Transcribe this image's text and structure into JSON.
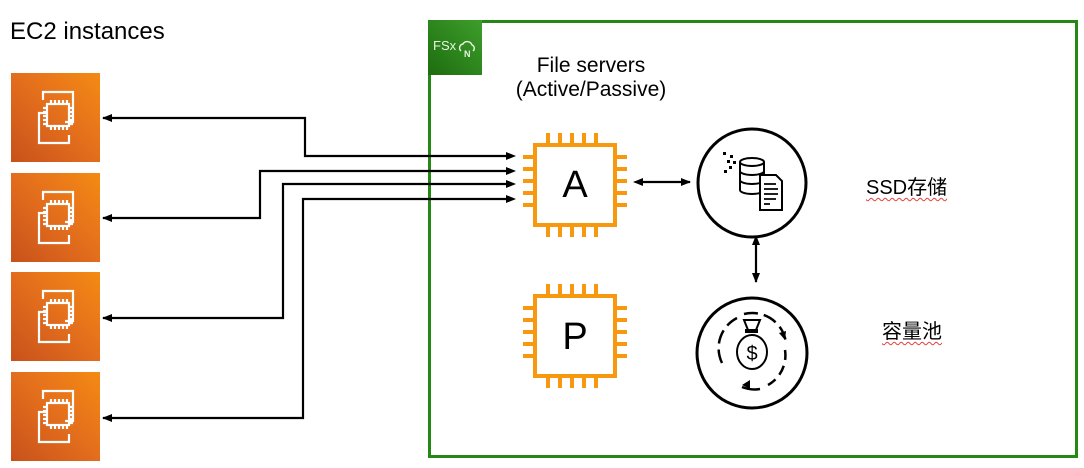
{
  "diagram": {
    "ec2_group": {
      "title": "EC2 instances",
      "instances": [
        {
          "icon": "ec2-instance-icon"
        },
        {
          "icon": "ec2-instance-icon"
        },
        {
          "icon": "ec2-instance-icon"
        },
        {
          "icon": "ec2-instance-icon"
        }
      ]
    },
    "fsx_group": {
      "badge_text": "FSx",
      "badge_subicon": "N",
      "title_line1": "File servers",
      "title_line2": "(Active/Passive)",
      "active_server_label": "A",
      "passive_server_label": "P",
      "ssd_storage_label": "SSD存储",
      "capacity_pool_label": "容量池"
    },
    "colors": {
      "ec2_orange": "#e5701c",
      "chip_orange": "#f7980f",
      "fsx_green": "#248814"
    }
  }
}
